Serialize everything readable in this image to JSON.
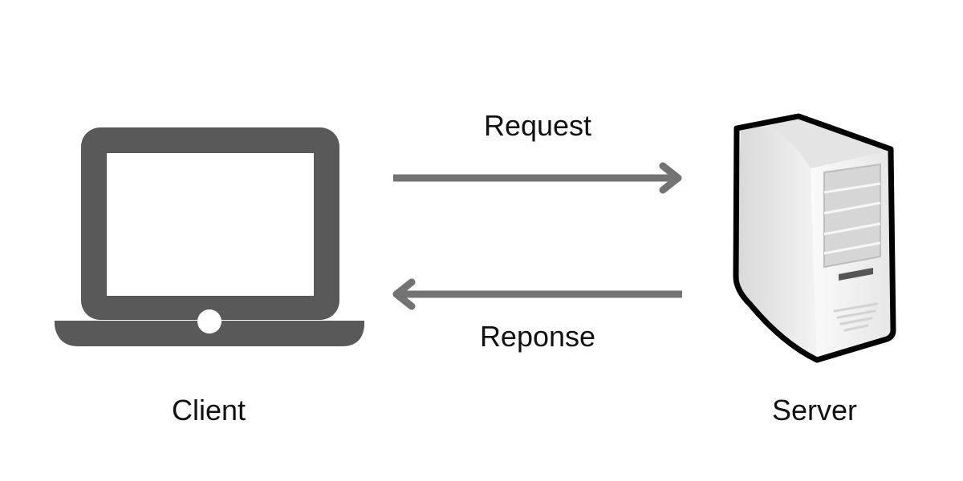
{
  "diagram": {
    "nodes": {
      "client": {
        "label": "Client",
        "icon": "laptop-icon"
      },
      "server": {
        "label": "Server",
        "icon": "server-tower-icon"
      }
    },
    "edges": {
      "request": {
        "label": "Request",
        "from": "client",
        "to": "server"
      },
      "response": {
        "label": "Reponse",
        "from": "server",
        "to": "client"
      }
    }
  },
  "colors": {
    "laptop": "#595959",
    "arrow": "#737373",
    "server_body": "#f0f0f0",
    "server_outline": "#000000",
    "text": "#111111",
    "background": "#ffffff"
  }
}
